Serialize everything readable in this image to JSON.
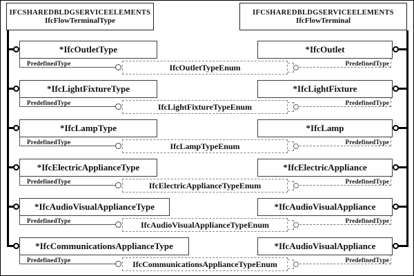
{
  "diagram": {
    "left_header": {
      "line1": "IFCSHAREDBLDGSERVICEELEMENTS",
      "line2": "IfcFlowTerminalType"
    },
    "right_header": {
      "line1": "IFCSHAREDBLDGSERVICEELEMENTS",
      "line2": "IfcFlowTerminal"
    },
    "attribute_label": "PredefinedType",
    "rows": [
      {
        "left": "*IfcOutletType",
        "enum": "IfcOutletTypeEnum",
        "right": "*IfcOutlet"
      },
      {
        "left": "*IfcLightFixtureType",
        "enum": "IfcLightFixtureTypeEnum",
        "right": "*IfcLightFixture"
      },
      {
        "left": "*IfcLampType",
        "enum": "IfcLampTypeEnum",
        "right": "*IfcLamp"
      },
      {
        "left": "*IfcElectricApplianceType",
        "enum": "IfcElectricApplianceTypeEnum",
        "right": "*IfcElectricAppliance"
      },
      {
        "left": "*IfcAudioVisualApplianceType",
        "enum": "IfcAudioVisualApplianceTypeEnum",
        "right": "*IfcAudioVisualAppliance"
      },
      {
        "left": "*IfcCommunicationsApplianceType",
        "enum": "IfcCommunicationsApplianceTypeEnum",
        "right": "*IfcAudioVisualAppliance"
      }
    ],
    "icons": {
      "subtype_circle": "open-circle",
      "attribute_circle": "open-circle",
      "enum_notch": "dashed-bracket"
    },
    "colors": {
      "background": "#ffffff",
      "text": "#111111",
      "solid_line": "#000000",
      "box_border": "#3c3c3c",
      "dashed_line": "#858585"
    }
  }
}
